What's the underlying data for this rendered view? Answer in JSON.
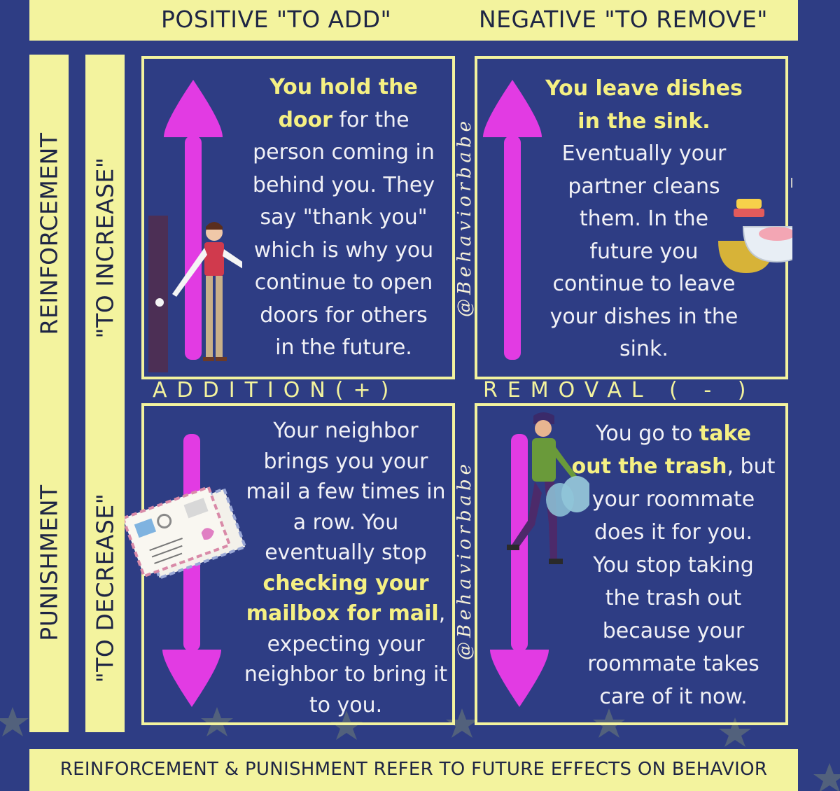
{
  "header": {
    "positive": "POSITIVE \"TO ADD\"",
    "negative": "NEGATIVE \"TO REMOVE\""
  },
  "rows": {
    "reinforcement": "REINFORCEMENT",
    "punishment": "PUNISHMENT",
    "increase": "\"TO INCREASE\"",
    "decrease": "\"TO DECREASE\""
  },
  "quadrants": {
    "positive_reinforcement": {
      "highlight1": "You hold the",
      "highlight2": "door",
      "lines": [
        "for the",
        "person coming in",
        "behind you. They",
        "say \"thank you\"",
        "which is why you",
        "continue to open",
        "doors for others",
        "in the future."
      ]
    },
    "negative_reinforcement": {
      "highlight1": "You leave dishes",
      "highlight2": "in the sink.",
      "lines": [
        "Eventually your",
        "partner cleans",
        "them. In the",
        "future you",
        "continue to leave",
        "your dishes in the",
        "sink."
      ]
    },
    "positive_punishment": {
      "lines1": [
        "Your neighbor",
        "brings you your",
        "mail a few times in",
        "a row. You",
        "eventually stop"
      ],
      "highlight1": "checking your",
      "highlight2": "mailbox for mail",
      "comma": ",",
      "lines2": [
        "expecting your",
        "neighbor to bring it",
        "to you."
      ]
    },
    "negative_punishment": {
      "pre": "You go to",
      "highlight1": "take",
      "highlight2": "out the trash",
      "post": ", but",
      "lines": [
        "your roommate",
        "does it for you.",
        "You stop taking",
        "the trash out",
        "because your",
        "roommate takes",
        "care of it now."
      ]
    }
  },
  "middle": {
    "addition": "ADDITION(+)",
    "removal": "REMOVAL ( - )"
  },
  "watermark": "@Behaviorbabe",
  "footer": "REINFORCEMENT & PUNISHMENT REFER TO FUTURE EFFECTS ON BEHAVIOR",
  "colors": {
    "background": "#2e3d84",
    "banner": "#f3f39e",
    "arrow": "#e23be3",
    "highlight": "#f5f083"
  }
}
